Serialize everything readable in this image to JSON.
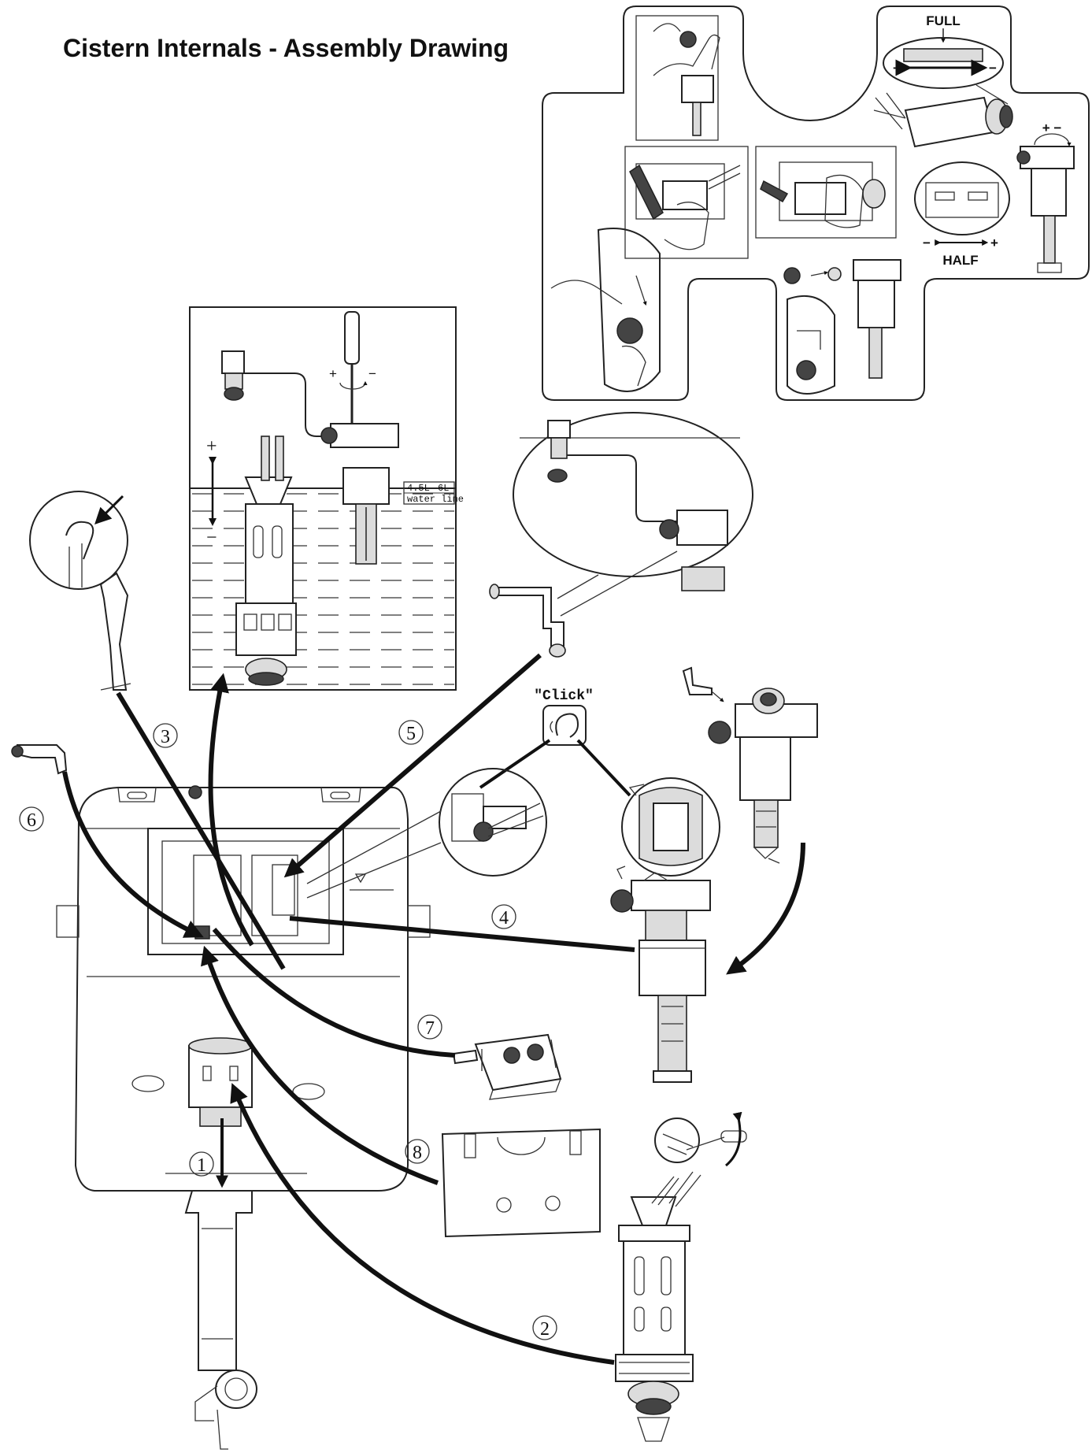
{
  "title": "Cistern Internals - Assembly Drawing",
  "steps": [
    "1",
    "2",
    "3",
    "4",
    "5",
    "6",
    "7",
    "8"
  ],
  "labels": {
    "full": "FULL",
    "half": "HALF",
    "plus": "+",
    "minus": "−",
    "plus_minus": "+ −",
    "volume_small": "4.5L",
    "volume_large": "6L",
    "water_line": "water line",
    "click": "\"Click\""
  },
  "colors": {
    "line": "#222222",
    "fill_light": "#dcdcdc",
    "fill_dark": "#444444",
    "background": "#ffffff"
  }
}
